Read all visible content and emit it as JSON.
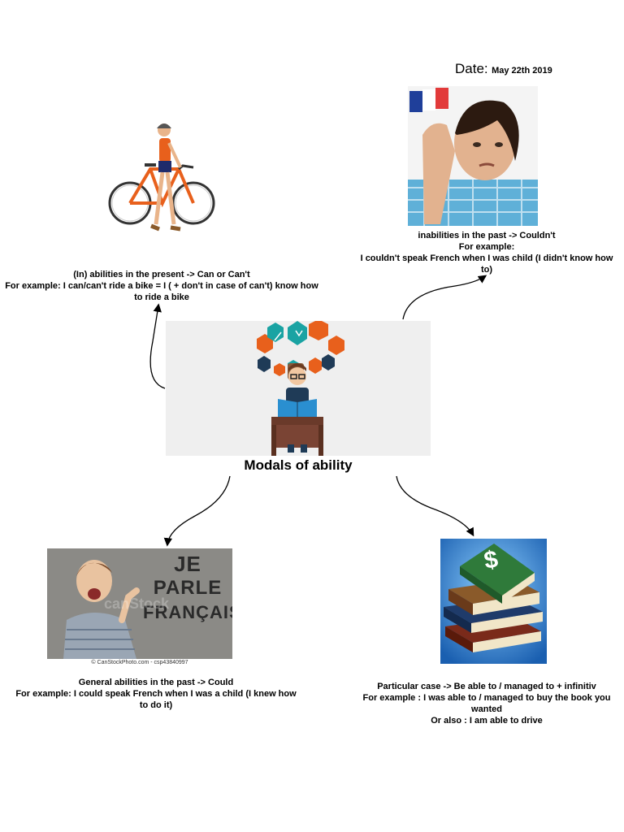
{
  "header": {
    "date_label": "Date:",
    "date_value": "May 22th  2019"
  },
  "center": {
    "title": "Modals of ability"
  },
  "present": {
    "lines": [
      "(In) abilities in the present  ->  Can or Can't",
      "For example: I can/can't ride a bike = I ( + don't in case of can't) know how",
      "to ride a bike"
    ]
  },
  "past_inability": {
    "lines": [
      "inabilities in the past  -> Couldn't",
      "For example:",
      "I couldn't speak French when I was child (I didn't know how",
      "to)"
    ]
  },
  "past_general": {
    "lines": [
      "General abilities in the past -> Could",
      "For example: I could speak French when I was a child (I knew how",
      "to do it)"
    ]
  },
  "particular": {
    "lines": [
      "Particular case -> Be able to / managed to + infinitiv",
      "For example : I was able to / managed to buy the book you",
      "wanted",
      "Or also : I am able to drive"
    ]
  },
  "poster": {
    "lines": [
      "JE",
      "PARLE",
      "FRANÇAIS!"
    ],
    "watermark": "canStock",
    "credit": "© CanStockPhoto.com - csp43840997"
  },
  "books": {
    "symbol": "$"
  },
  "colors": {
    "orange": "#e8601c",
    "teal": "#1aa3a3",
    "navy": "#1f3b57",
    "poster_bg": "#8a8a86",
    "books_bg": "#1f6fc2",
    "center_bg": "#efefef"
  }
}
